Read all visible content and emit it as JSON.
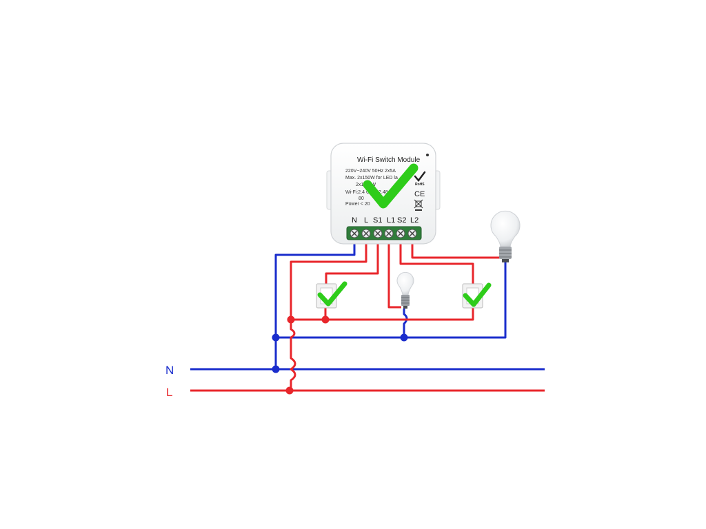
{
  "module": {
    "title": "Wi-Fi Switch Module",
    "spec_lines": [
      "220V~240V  50Hz  2x5A",
      "Max. 2x150W for LED la",
      "2x1150W",
      "Wi-Fi:2.4 GHz~2.48",
      "80",
      "Power < 20"
    ],
    "rohs": "RoHS",
    "ce": "CE",
    "terminals": [
      "N",
      "L",
      "S1",
      "L1",
      "S2",
      "L2"
    ]
  },
  "bus": {
    "n_label": "N",
    "l_label": "L",
    "neutral_color": "#1a2dcc",
    "live_color": "#e8262b"
  },
  "colors": {
    "check": "#2ecc1a",
    "terminal_block": "#2f7d3a"
  },
  "icons": [
    "checkmark-icon",
    "light-bulb-icon",
    "wall-switch-icon"
  ]
}
